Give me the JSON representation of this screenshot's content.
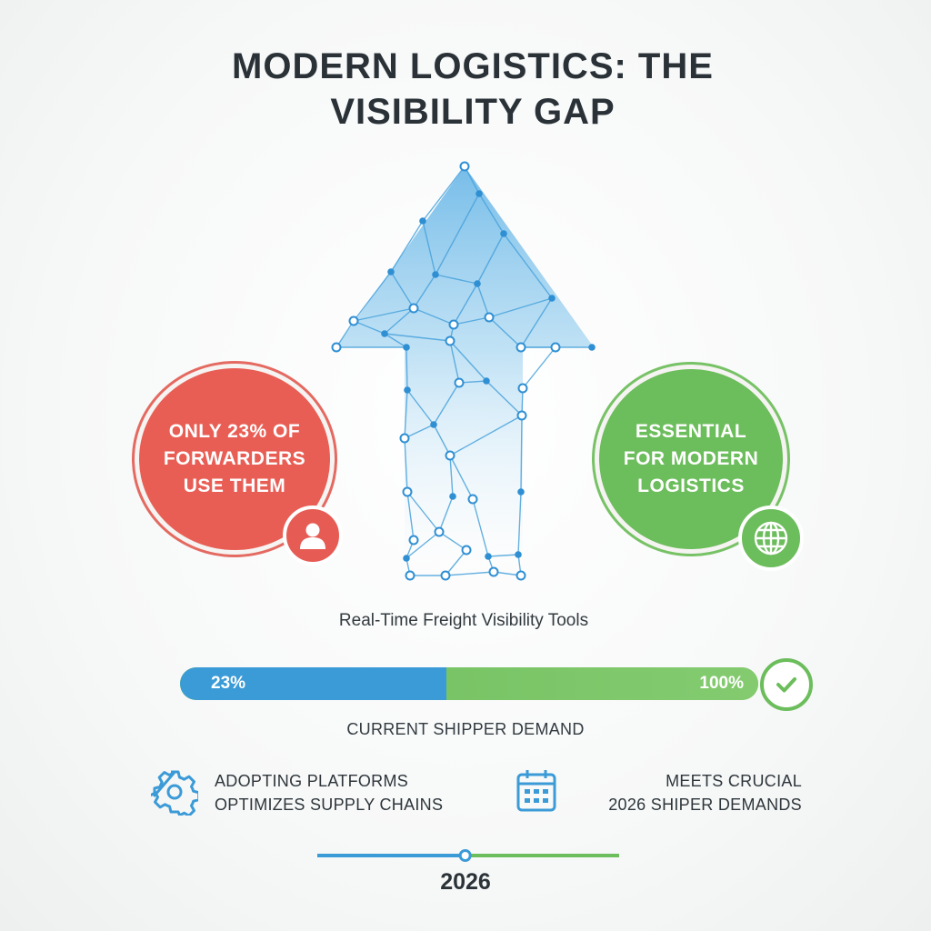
{
  "title": {
    "line1": "MODERN LOGISTICS: THE",
    "line2": "VISIBILITY GAP"
  },
  "adoption": {
    "text": "ONLY 23% OF FORWARDERS USE THEM",
    "icon": "user-icon",
    "color": "#e85e55"
  },
  "essential": {
    "text": "ESSENTIAL FOR MODERN LOGISTICS",
    "icon": "globe-icon",
    "color": "#6cbd5c"
  },
  "tools_label": "Real-Time Freight Visibility Tools",
  "progress": {
    "current_label": "23%",
    "current_fraction": 0.23,
    "target_label": "100%",
    "current_color": "#3b9bd7",
    "target_color": "#6cbd5c",
    "check_icon": "checkmark-icon"
  },
  "demand_label": "CURRENT SHIPPER DEMAND",
  "points": {
    "left": {
      "icon": "gear-icon",
      "line1": "ADOPTING PLATFORMS",
      "line2": "OPTIMIZES SUPPLY CHAINS"
    },
    "right": {
      "icon": "calendar-icon",
      "line1": "MEETS CRUCIAL",
      "line2": "2026 SHIPER DEMANDS"
    }
  },
  "timeline": {
    "year": "2026",
    "position_fraction": 0.49
  }
}
